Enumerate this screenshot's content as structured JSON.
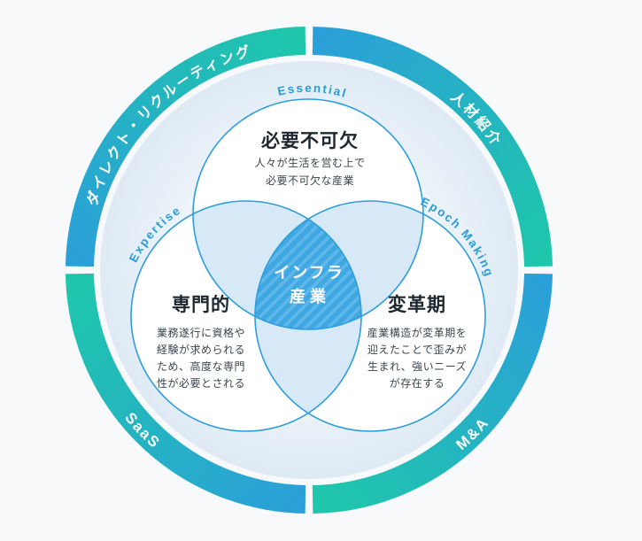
{
  "background": "#F7F9FA",
  "colors": {
    "ring_blue": "#2C9EDB",
    "ring_teal": "#1EC8A9",
    "circle_stroke": "#2D9EDB",
    "circle_fill": "#FFFFFF",
    "overlap_fill": "#D7E9F7",
    "center_base": "#3FA7E1",
    "center_stripe": "#60B8EA",
    "tag_text": "#2B9CD8",
    "title_text": "#1C2730",
    "body_text": "#3A444D",
    "ring_label_text": "#FFFFFF",
    "disc_center": "#FFFFFF",
    "disc_mid": "#EEF5FA",
    "disc_edge": "#DFEAF5"
  },
  "outer_ring": {
    "segments": [
      {
        "position": "top-left",
        "label": "ダイレクト・リクルーティング"
      },
      {
        "position": "top-right",
        "label": "人材紹介"
      },
      {
        "position": "bottom-right",
        "label": "M&A"
      },
      {
        "position": "bottom-left",
        "label": "SaaS"
      }
    ]
  },
  "venn": {
    "center": {
      "line1": "インフラ",
      "line2": "産業"
    },
    "circles": [
      {
        "tag": "Essential",
        "title": "必要不可欠",
        "desc": [
          "人々が生活を営む上で",
          "必要不可欠な産業"
        ]
      },
      {
        "tag": "Expertise",
        "title": "専門的",
        "desc": [
          "業務遂行に資格や",
          "経験が求められる",
          "ため、高度な専門",
          "性が必要とされる"
        ]
      },
      {
        "tag": "Epoch Making",
        "title": "変革期",
        "desc": [
          "産業構造が変革期を",
          "迎えたことで歪みが",
          "生まれ、強いニーズ",
          "が存在する"
        ]
      }
    ]
  }
}
